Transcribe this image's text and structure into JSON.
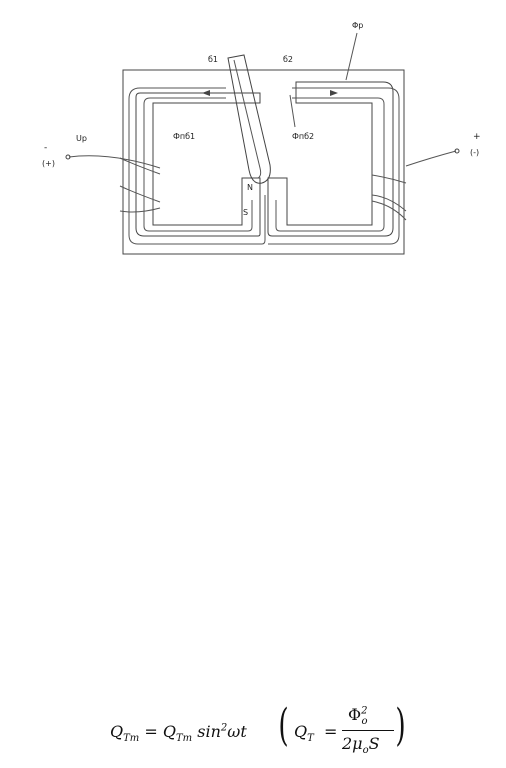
{
  "diagram": {
    "labels": {
      "flux_main": "Φр",
      "air_gap_1": "б1",
      "air_gap_2": "б2",
      "flux_gap_1": "Фпб1",
      "flux_gap_2": "Фпб2",
      "voltage": "Uр",
      "left_sign": "-",
      "left_sign_alt": "(+)",
      "right_sign": "+",
      "right_sign_alt": "(-)",
      "pole_north": "N",
      "pole_south": "S"
    }
  },
  "formula": {
    "q_tm": "Q",
    "q_tm_sub": "Тm",
    "equals": "=",
    "q_tm_rhs": "Q",
    "q_tm_rhs_sub": "Тm",
    "sin_part": "sin",
    "sin_sup": "2",
    "omega_t": "ωt",
    "paren_open": "(",
    "q_t": "Q",
    "q_t_sub": "Т",
    "eq2": "=",
    "numerator": "Φ",
    "num_sup": "2",
    "num_sub": "о",
    "denominator": "2μ",
    "den_sub": "о",
    "den_s": "S",
    "paren_close": ")"
  }
}
